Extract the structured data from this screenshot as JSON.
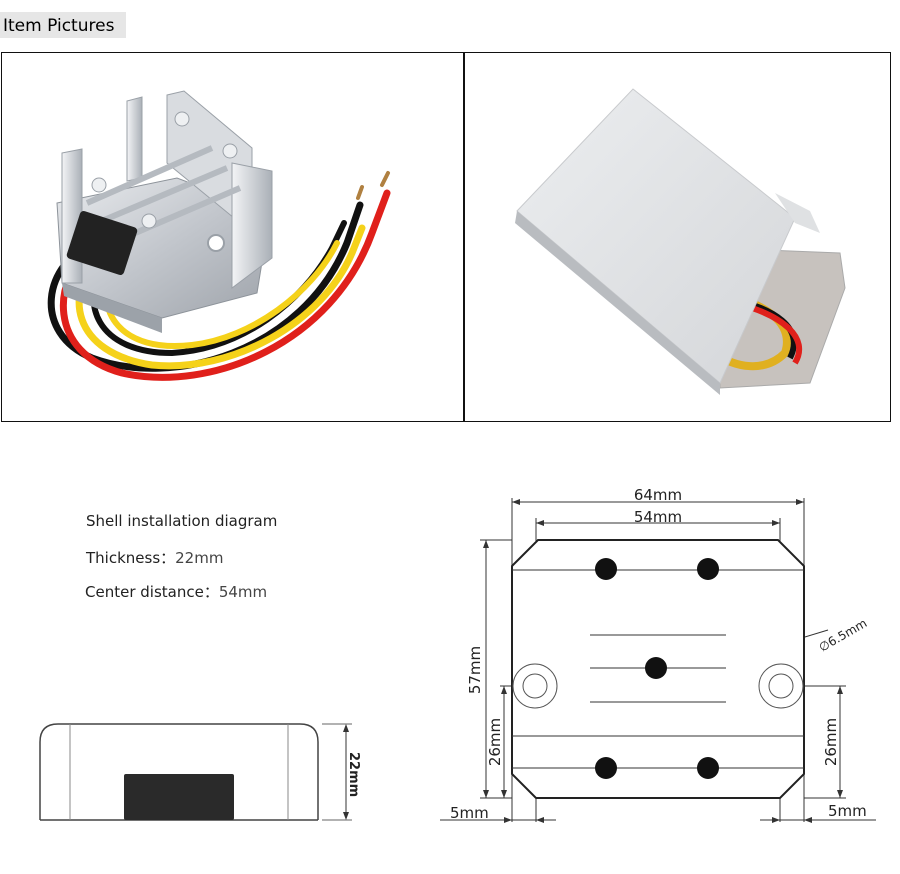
{
  "header": {
    "title": "Item Pictures"
  },
  "photos": [
    {
      "name": "converter-photo",
      "label": ""
    },
    {
      "name": "box-photo",
      "label": ""
    }
  ],
  "install": {
    "title": "Shell installation diagram",
    "thickness_label": "Thickness：",
    "thickness_value": "22mm",
    "center_label": "Center distance：",
    "center_value": "54mm"
  },
  "side_view": {
    "height": "22mm"
  },
  "top_view": {
    "width_outer": "64mm",
    "width_center": "54mm",
    "height": "57mm",
    "hole_offset_left": "26mm",
    "hole_offset_right": "26mm",
    "hole_diameter": "∅6.5mm",
    "edge_left": "5mm",
    "edge_right": "5mm"
  },
  "colors": {
    "wire_red": "#e0201b",
    "wire_black": "#111111",
    "wire_yellow": "#f5d21a",
    "aluminum": "#c9ccd1",
    "box": "#e7e8ea"
  }
}
